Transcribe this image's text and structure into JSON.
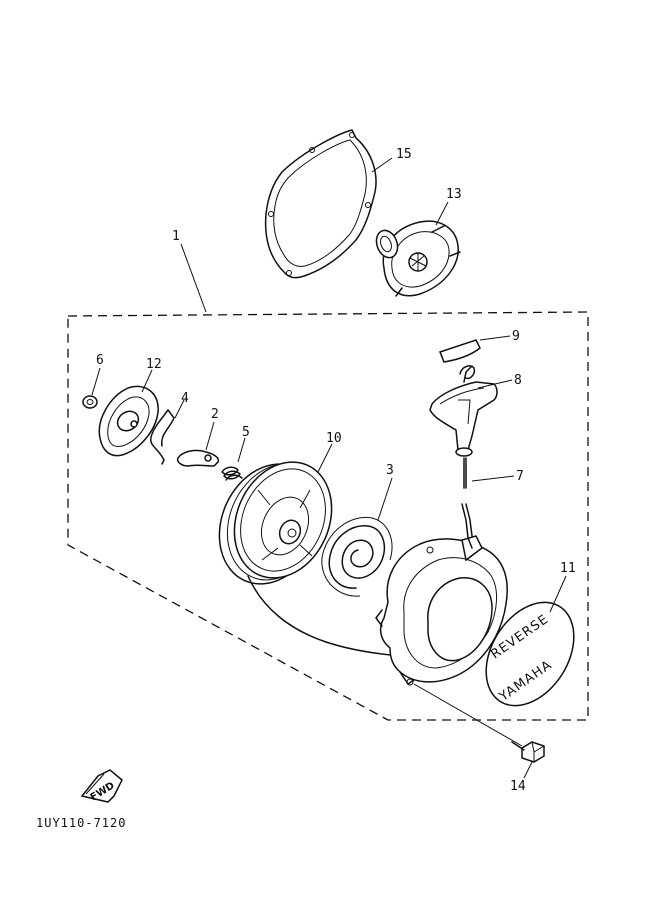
{
  "diagram_code": "1UY110-7120",
  "fwd_label": "FWD",
  "cover_text_top": "REVERSE",
  "cover_text_bottom": "YAMAHA",
  "callouts": [
    "1",
    "2",
    "3",
    "4",
    "5",
    "6",
    "7",
    "8",
    "9",
    "10",
    "11",
    "12",
    "13",
    "14",
    "15"
  ]
}
